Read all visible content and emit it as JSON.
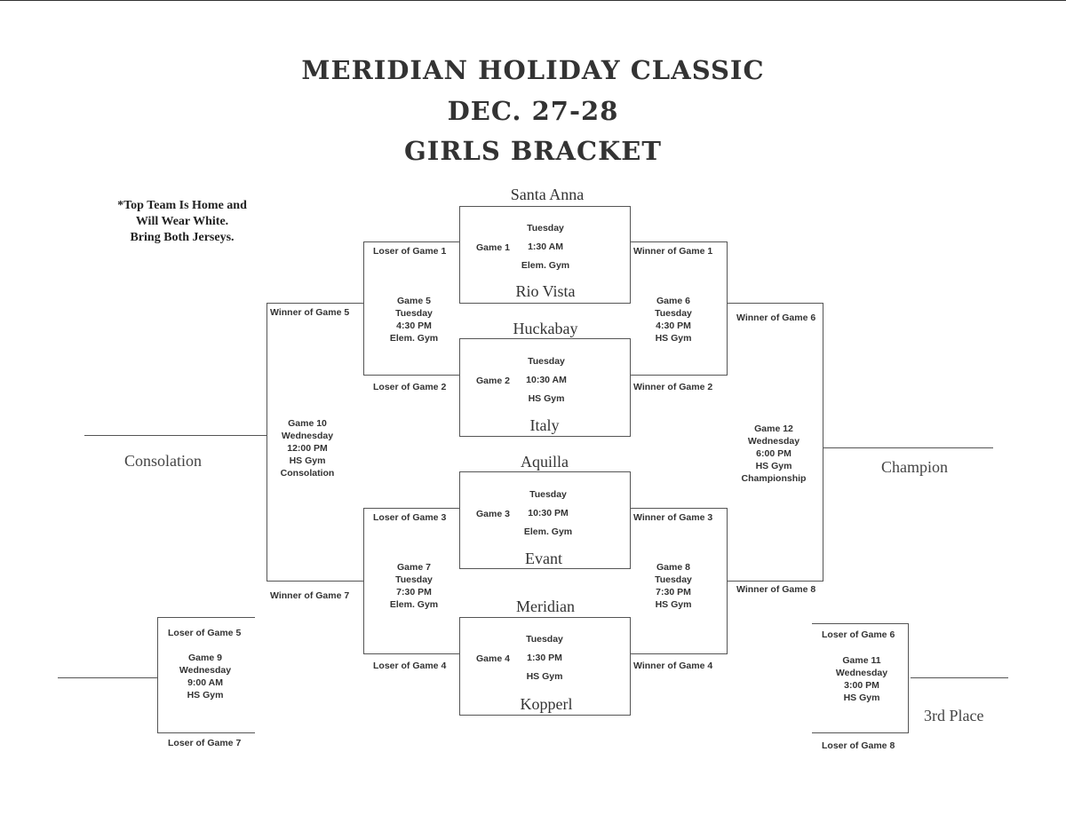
{
  "header": {
    "line1": "MERIDIAN HOLIDAY CLASSIC",
    "line2": "DEC. 27-28",
    "line3": "GIRLS BRACKET"
  },
  "note": {
    "line1": "*Top Team Is Home and",
    "line2": "Will  Wear White.",
    "line3": "Bring Both Jerseys."
  },
  "first_round": [
    {
      "game": "Game 1",
      "day": "Tuesday",
      "time": "1:30 AM",
      "site": "Elem. Gym",
      "top": "Santa Anna",
      "bottom": "Rio Vista"
    },
    {
      "game": "Game 2",
      "day": "Tuesday",
      "time": "10:30 AM",
      "site": "HS Gym",
      "top": "Huckabay",
      "bottom": "Italy"
    },
    {
      "game": "Game 3",
      "day": "Tuesday",
      "time": "10:30 PM",
      "site": "Elem. Gym",
      "top": "Aquilla",
      "bottom": "Evant"
    },
    {
      "game": "Game 4",
      "day": "Tuesday",
      "time": "1:30 PM",
      "site": "HS Gym",
      "top": "Meridian",
      "bottom": "Kopperl"
    }
  ],
  "games": {
    "g5": {
      "game": "Game 5",
      "day": "Tuesday",
      "time": "4:30 PM",
      "site": "Elem. Gym"
    },
    "g6": {
      "game": "Game 6",
      "day": "Tuesday",
      "time": "4:30 PM",
      "site": "HS Gym"
    },
    "g7": {
      "game": "Game 7",
      "day": "Tuesday",
      "time": "7:30 PM",
      "site": "Elem. Gym"
    },
    "g8": {
      "game": "Game 8",
      "day": "Tuesday",
      "time": "7:30 PM",
      "site": "HS Gym"
    },
    "g9": {
      "game": "Game 9",
      "day": "Wednesday",
      "time": "9:00 AM",
      "site": "HS Gym"
    },
    "g10": {
      "game": "Game 10",
      "day": "Wednesday",
      "time": "12:00 PM",
      "site": "HS Gym",
      "extra": "Consolation"
    },
    "g11": {
      "game": "Game 11",
      "day": "Wednesday",
      "time": "3:00 PM",
      "site": "HS Gym"
    },
    "g12": {
      "game": "Game 12",
      "day": "Wednesday",
      "time": "6:00 PM",
      "site": "HS Gym",
      "extra": "Championship"
    }
  },
  "labels": {
    "loser_g1": "Loser of Game 1",
    "loser_g2": "Loser of Game 2",
    "loser_g3": "Loser of Game 3",
    "loser_g4": "Loser of Game 4",
    "loser_g5": "Loser of Game 5",
    "loser_g6": "Loser of Game 6",
    "loser_g7": "Loser of Game 7",
    "loser_g8": "Loser of Game 8",
    "winner_g1": "Winner of Game 1",
    "winner_g2": "Winner of Game 2",
    "winner_g3": "Winner of Game 3",
    "winner_g4": "Winner of Game 4",
    "winner_g5": "Winner of Game 5",
    "winner_g6": "Winner of Game 6",
    "winner_g7": "Winner of Game 7",
    "winner_g8": "Winner of Game 8"
  },
  "outcomes": {
    "consolation": "Consolation",
    "champion": "Champion",
    "third": "3rd Place"
  }
}
